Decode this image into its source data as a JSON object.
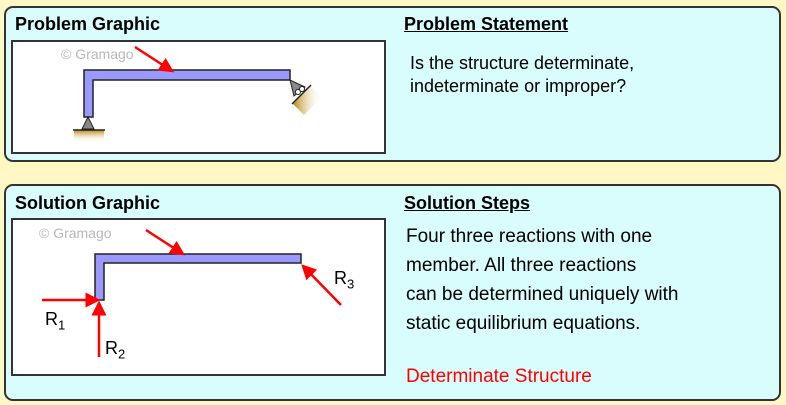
{
  "problem": {
    "graphic_title": "Problem Graphic",
    "statement_title": "Problem Statement",
    "statement": [
      "Is the structure determinate,",
      "indeterminate or improper?"
    ]
  },
  "solution": {
    "graphic_title": "Solution Graphic",
    "steps_title": "Solution Steps",
    "steps": [
      "Four three reactions with one",
      "member. All three reactions",
      "can be determined uniquely with",
      "static equilibrium equations."
    ],
    "result": "Determinate Structure"
  },
  "watermark": "© Gramago",
  "labels": {
    "r1": "R",
    "r1_sub": "1",
    "r2": "R",
    "r2_sub": "2",
    "r3": "R",
    "r3_sub": "3"
  },
  "colors": {
    "member": "#9999ff",
    "force": "#ff0000",
    "result": "#ff0000"
  }
}
